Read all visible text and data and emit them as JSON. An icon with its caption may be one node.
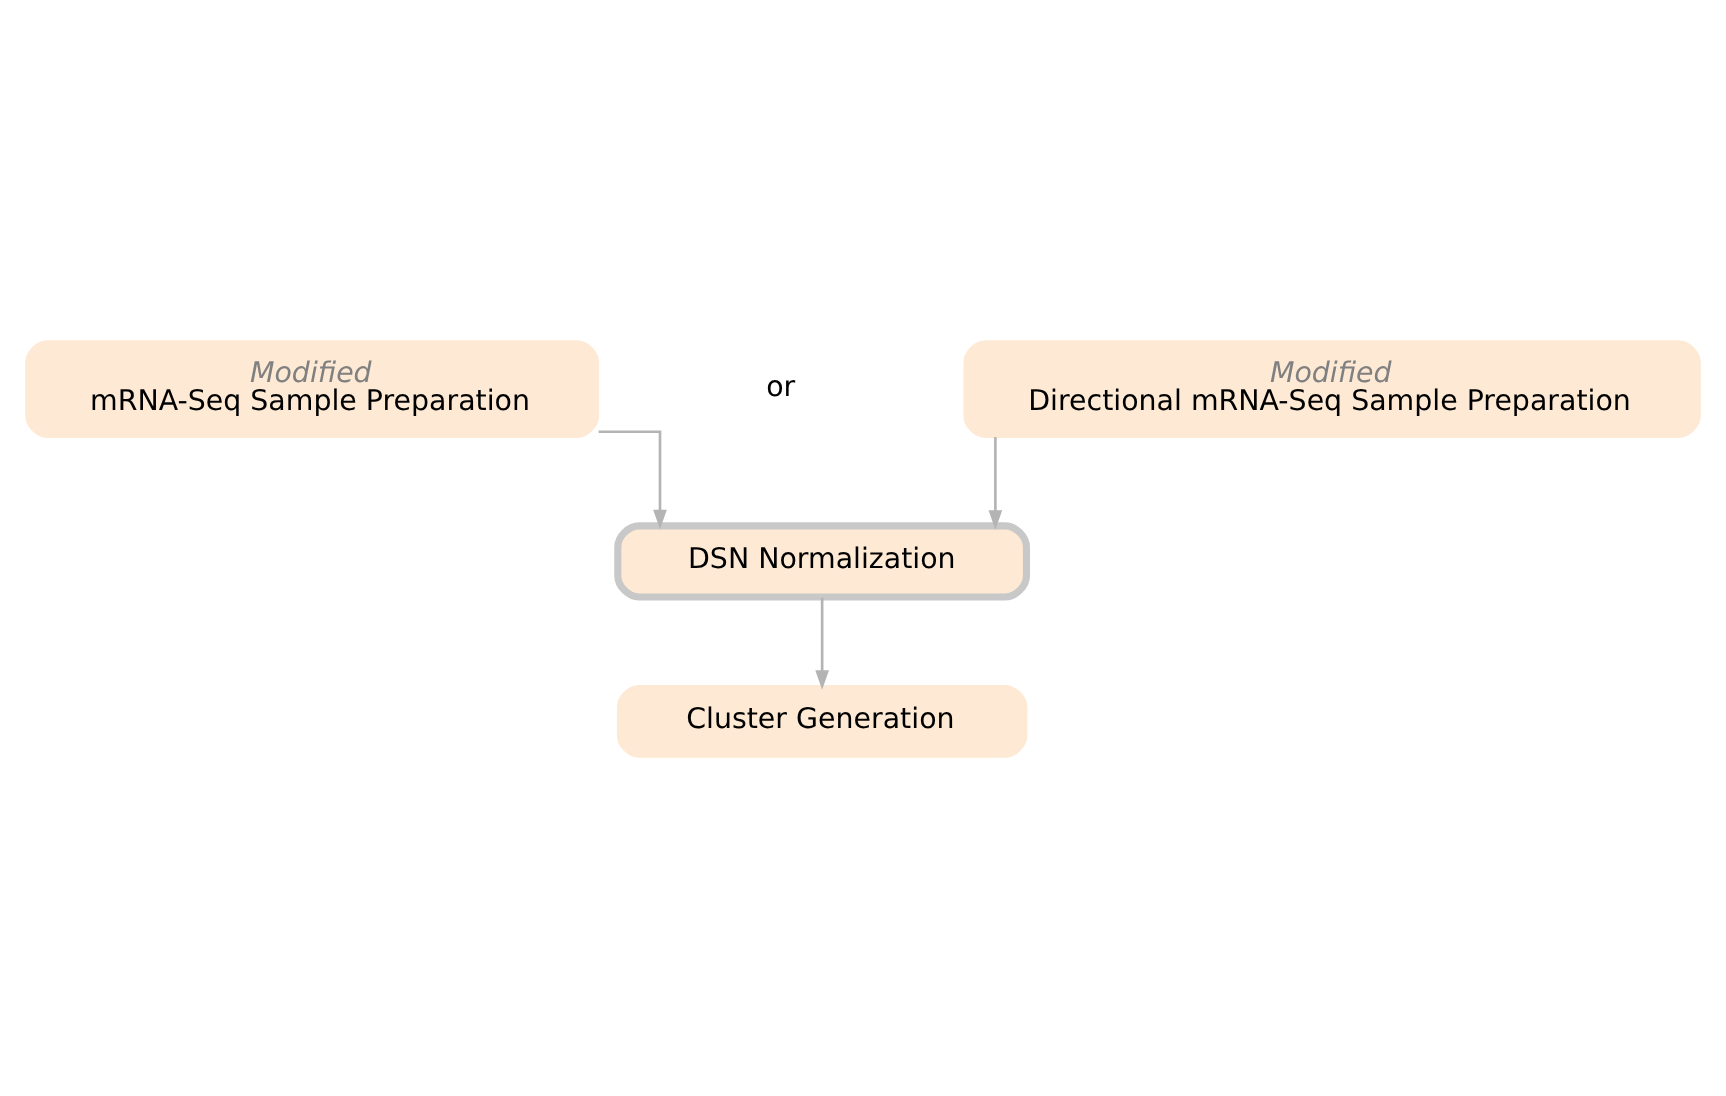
{
  "diagram": {
    "nodes": [
      {
        "text": [
          "Modified",
          "mRNA-Seq Sample Preparation"
        ]
      },
      {
        "text": [
          "Modified",
          "Directional mRNA-Seq Sample Preparation"
        ]
      },
      {
        "text": [
          "DSN Normalization"
        ]
      },
      {
        "text": [
          "Cluster Generation"
        ]
      }
    ],
    "edges": [
      {
        "from": 0,
        "to": 2,
        "arrow": "to"
      },
      {
        "from": 1,
        "to": 2,
        "arrow": "to"
      },
      {
        "from": 2,
        "to": 3,
        "arrow": "to"
      }
    ],
    "labels": [
      "or"
    ]
  }
}
